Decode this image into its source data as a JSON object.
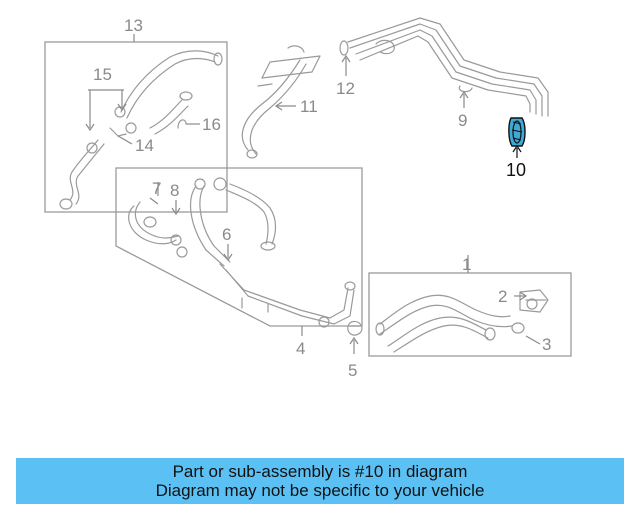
{
  "callouts": {
    "c1": "1",
    "c2": "2",
    "c3": "3",
    "c4": "4",
    "c5": "5",
    "c6": "6",
    "c7": "7",
    "c8": "8",
    "c9": "9",
    "c10": "10",
    "c11": "11",
    "c12": "12",
    "c13": "13",
    "c14": "14",
    "c15": "15",
    "c16": "16"
  },
  "highlight_color": "#3fa9d6",
  "banner": {
    "line1": "Part or sub-assembly is #10 in diagram",
    "line2": "Diagram may not be specific to your vehicle",
    "background": "#5bc1f5"
  }
}
